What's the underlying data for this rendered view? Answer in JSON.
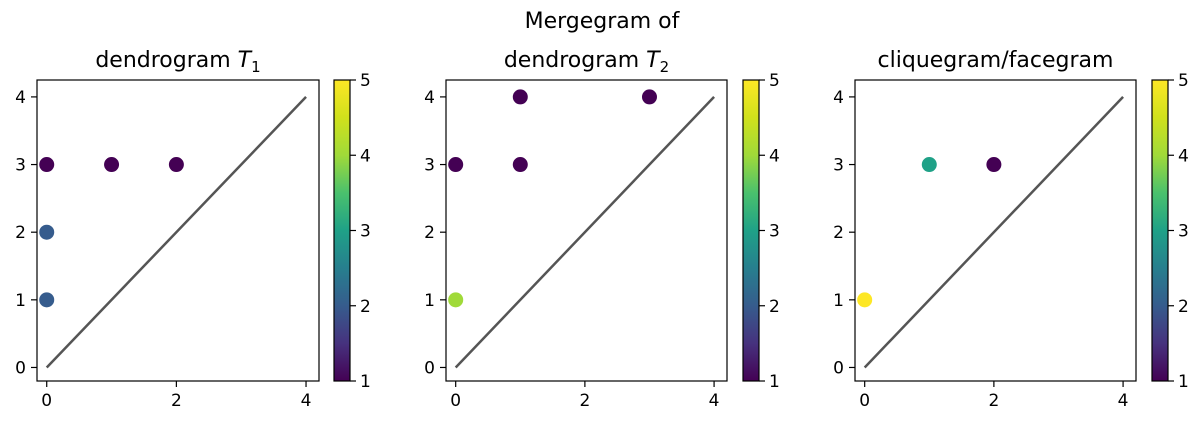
{
  "suptitle": "Mergegram of",
  "chart_data": [
    {
      "type": "scatter",
      "title_text": "dendrogram ",
      "title_math": "T",
      "title_sub": "1",
      "xlim": [
        -0.15,
        4.2
      ],
      "ylim": [
        -0.2,
        4.25
      ],
      "xticks": [
        "0",
        "2",
        "4"
      ],
      "yticks": [
        "0",
        "1",
        "2",
        "3",
        "4"
      ],
      "diagonal": [
        [
          0,
          0
        ],
        [
          4,
          4
        ]
      ],
      "colorbar": {
        "min": 1,
        "max": 5,
        "ticks": [
          "1",
          "2",
          "3",
          "4",
          "5"
        ],
        "colormap": "viridis"
      },
      "points": [
        {
          "x": 0,
          "y": 3,
          "value": 1
        },
        {
          "x": 1,
          "y": 3,
          "value": 1
        },
        {
          "x": 2,
          "y": 3,
          "value": 1
        },
        {
          "x": 0,
          "y": 2,
          "value": 2
        },
        {
          "x": 0,
          "y": 1,
          "value": 2
        }
      ]
    },
    {
      "type": "scatter",
      "title_text": "dendrogram ",
      "title_math": "T",
      "title_sub": "2",
      "xlim": [
        -0.15,
        4.2
      ],
      "ylim": [
        -0.2,
        4.25
      ],
      "xticks": [
        "0",
        "2",
        "4"
      ],
      "yticks": [
        "0",
        "1",
        "2",
        "3",
        "4"
      ],
      "diagonal": [
        [
          0,
          0
        ],
        [
          4,
          4
        ]
      ],
      "colorbar": {
        "min": 1,
        "max": 5,
        "ticks": [
          "1",
          "2",
          "3",
          "4",
          "5"
        ],
        "colormap": "viridis"
      },
      "points": [
        {
          "x": 1,
          "y": 4,
          "value": 1
        },
        {
          "x": 3,
          "y": 4,
          "value": 1
        },
        {
          "x": 0,
          "y": 3,
          "value": 1
        },
        {
          "x": 1,
          "y": 3,
          "value": 1
        },
        {
          "x": 0,
          "y": 1,
          "value": 4
        }
      ]
    },
    {
      "type": "scatter",
      "title_text": "cliquegram/facegram",
      "title_math": "",
      "title_sub": "",
      "xlim": [
        -0.15,
        4.2
      ],
      "ylim": [
        -0.2,
        4.25
      ],
      "xticks": [
        "0",
        "2",
        "4"
      ],
      "yticks": [
        "0",
        "1",
        "2",
        "3",
        "4"
      ],
      "diagonal": [
        [
          0,
          0
        ],
        [
          4,
          4
        ]
      ],
      "colorbar": {
        "min": 1,
        "max": 5,
        "ticks": [
          "1",
          "2",
          "3",
          "4",
          "5"
        ],
        "colormap": "viridis"
      },
      "points": [
        {
          "x": 1,
          "y": 3,
          "value": 3
        },
        {
          "x": 2,
          "y": 3,
          "value": 1
        },
        {
          "x": 0,
          "y": 1,
          "value": 5
        }
      ]
    }
  ]
}
